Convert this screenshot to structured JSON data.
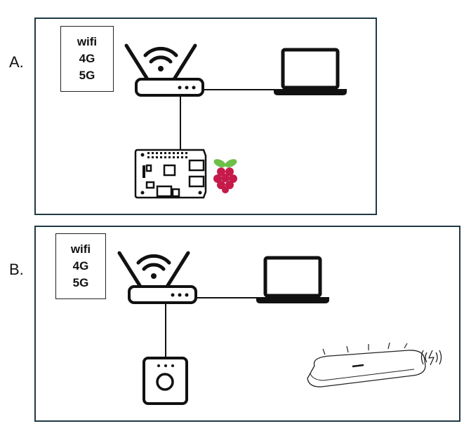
{
  "panels": [
    {
      "label": "A.",
      "network_types": [
        "wifi",
        "4G",
        "5G"
      ]
    },
    {
      "label": "B.",
      "network_types": [
        "wifi",
        "4G",
        "5G"
      ]
    }
  ],
  "icons": {
    "panel_a": [
      "router-icon",
      "laptop-icon",
      "circuit-board-icon",
      "raspberry-pi-logo-icon"
    ],
    "panel_b": [
      "router-icon",
      "laptop-icon",
      "smart-plug-icon",
      "soundbar-icon",
      "wireless-charging-icon"
    ]
  },
  "colors": {
    "panel_border": "#1f3a44",
    "raspberry": "#c51a4a",
    "leaf": "#6cc04a"
  }
}
